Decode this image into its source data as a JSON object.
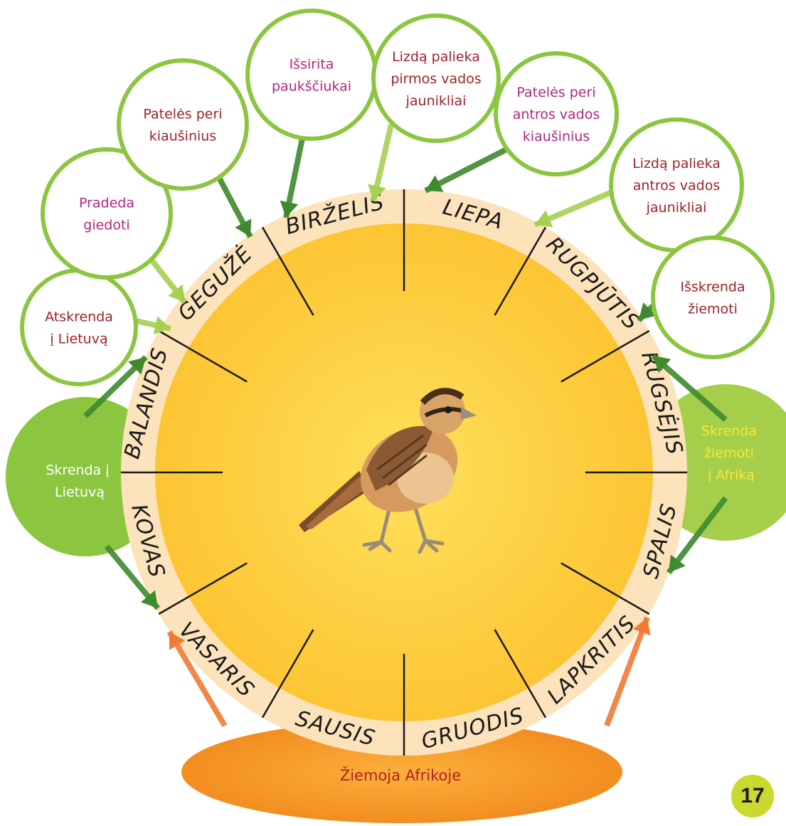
{
  "colors": {
    "ring": "#fce3bb",
    "disc": "#fdc734",
    "disc_center": "#fde058",
    "divider": "#1a1a1a",
    "event_border": "#8cc540",
    "event_text_dark": "#a0232a",
    "event_text_pink": "#b3267d",
    "green_blob": "#8cc540",
    "africa": "#f28a1e",
    "africa_text": "#b0232b",
    "badge": "#cbd82e",
    "arrow_green_dark": "#3f8a2f",
    "arrow_green_light": "#a7d053",
    "arrow_orange": "#f27b34"
  },
  "months": [
    "SAUSIS",
    "VASARIS",
    "KOVAS",
    "BALANDIS",
    "GEGUŽĖ",
    "BIRŽELIS",
    "LIEPA",
    "RUGPJŪTIS",
    "RUGSĖJIS",
    "SPALIS",
    "LAPKRITIS",
    "GRUODIS"
  ],
  "events": [
    {
      "lines": [
        "Atskrenda",
        "į Lietuvą"
      ],
      "color": "dark"
    },
    {
      "lines": [
        "Pradeda",
        "giedoti"
      ],
      "color": "pink"
    },
    {
      "lines": [
        "Patelės peri",
        "kiaušinius"
      ],
      "color": "dark"
    },
    {
      "lines": [
        "Išsirita",
        "paukščiukai"
      ],
      "color": "pink"
    },
    {
      "lines": [
        "Lizdą palieka",
        "pirmos vados",
        "jaunikliai"
      ],
      "color": "dark"
    },
    {
      "lines": [
        "Patelės peri",
        "antros vados",
        "kiaušinius"
      ],
      "color": "pink"
    },
    {
      "lines": [
        "Lizdą palieka",
        "antros vados",
        "jaunikliai"
      ],
      "color": "dark"
    },
    {
      "lines": [
        "Išskrenda",
        "žiemoti"
      ],
      "color": "dark"
    }
  ],
  "migration": {
    "to_lithuania": [
      "Skrenda į",
      "Lietuvą"
    ],
    "to_africa": [
      "Skrenda",
      "žiemoti",
      "į Afriką"
    ]
  },
  "wintering": "Žiemoja Afrikoje",
  "bird_icon": "bird-illustration",
  "page_number": "17"
}
